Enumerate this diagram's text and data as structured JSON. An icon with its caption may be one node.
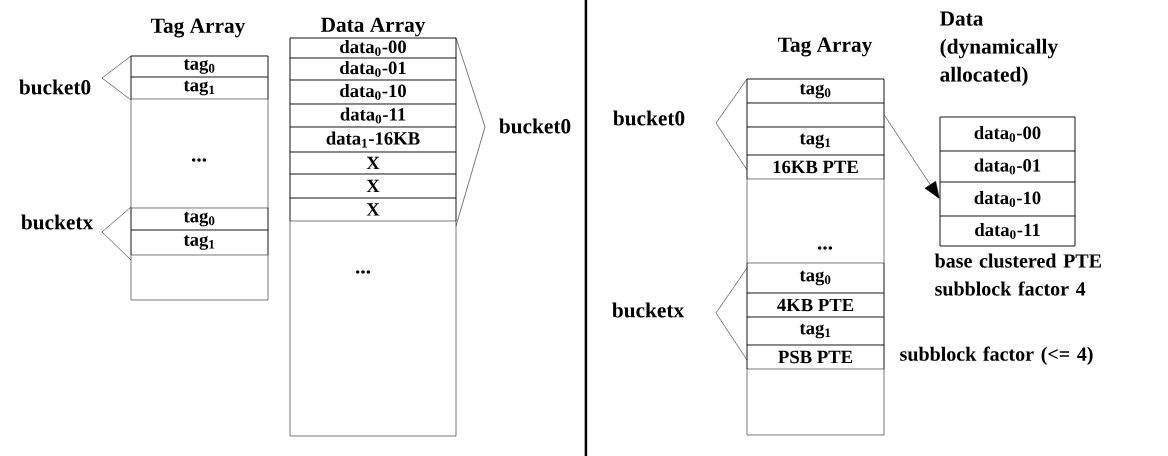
{
  "diagram": {
    "nodes": [
      {
        "text": [
          "Tag Array"
        ]
      },
      {
        "text": [
          "tag$_{0}$"
        ],
        "in": 0
      },
      {
        "text": [
          "tag$_{1}$"
        ],
        "in": 0
      },
      {
        "text": [
          "tag$_{0}$"
        ],
        "in": 0
      },
      {
        "text": [
          "tag$_{1}$"
        ],
        "in": 0
      },
      {
        "text": [
          "Data Array"
        ]
      },
      {
        "text": [
          "data$_{0}$-00"
        ],
        "in": 5
      },
      {
        "text": [
          "data$_{0}$-01"
        ],
        "in": 5
      },
      {
        "text": [
          "data$_{0}$-10"
        ],
        "in": 5
      },
      {
        "text": [
          "data$_{0}$-11"
        ],
        "in": 5
      },
      {
        "text": [
          "data$_{1}$-16KB"
        ],
        "in": 5
      },
      {
        "text": [
          "X"
        ],
        "in": 5
      },
      {
        "text": [
          "X"
        ],
        "in": 5
      },
      {
        "text": [
          "X"
        ],
        "in": 5
      },
      {
        "text": [
          "Tag Array"
        ]
      },
      {
        "text": [
          "tag$_{0}$"
        ],
        "in": 14
      },
      {
        "text": [],
        "shape": "box",
        "in": 14
      },
      {
        "text": [
          "tag$_{1}$"
        ],
        "in": 14
      },
      {
        "text": [
          "16KB PTE"
        ],
        "in": 14
      },
      {
        "text": [
          "tag$_{0}$"
        ],
        "in": 14
      },
      {
        "text": [
          "4KB PTE"
        ],
        "in": 14
      },
      {
        "text": [
          "tag$_{1}$"
        ],
        "in": 14
      },
      {
        "text": [
          "PSB PTE"
        ],
        "in": 14
      },
      {
        "text": [
          "Data (dynamically allocated)"
        ]
      },
      {
        "text": [
          "data$_{0}$-00"
        ],
        "in": 23
      },
      {
        "text": [
          "data$_{0}$-01"
        ],
        "in": 23
      },
      {
        "text": [
          "data$_{0}$-10"
        ],
        "in": 23
      },
      {
        "text": [
          "data$_{0}$-11"
        ],
        "in": 23
      }
    ],
    "edges": [
      {
        "from": 16,
        "to": 26,
        "arrow": "to"
      }
    ],
    "labels": [
      "bucket0",
      "...",
      "bucketx",
      "...",
      "bucket0",
      "bucket0",
      "base clustered PTE subblock factor 4",
      "...",
      "bucketx",
      "subblock factor (<= 4)"
    ]
  }
}
